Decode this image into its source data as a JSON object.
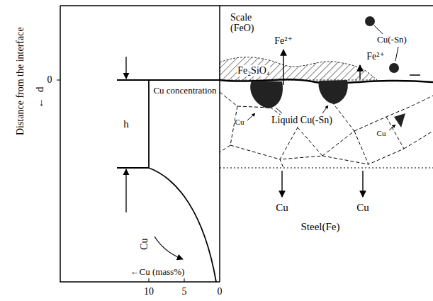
{
  "diagram": {
    "labels": [
      "Distance from the interface",
      "d",
      "←",
      "0",
      "h",
      "Cu concentration",
      "Cu",
      "←Cu (mass%)",
      "10",
      "5",
      "0",
      "Scale (FeO)",
      "Fe²⁺",
      "Cu(-Sn)",
      "Fe²⁺",
      "Fe₂SiO₄",
      "Cu",
      "Liquid Cu(-Sn)",
      "Cu",
      "Cu",
      "Cu",
      "Steel(Fe)"
    ]
  }
}
